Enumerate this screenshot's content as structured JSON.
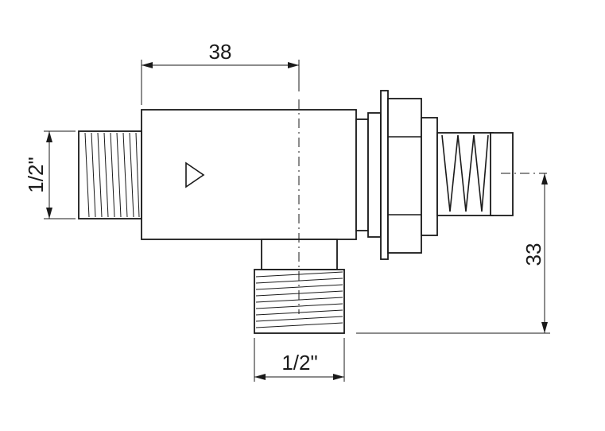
{
  "dimensions": {
    "top_length": "38",
    "left_thread": "1/2\"",
    "bottom_thread": "1/2\"",
    "right_height": "33"
  },
  "colors": {
    "line": "#1a1a1a",
    "background": "#ffffff"
  }
}
